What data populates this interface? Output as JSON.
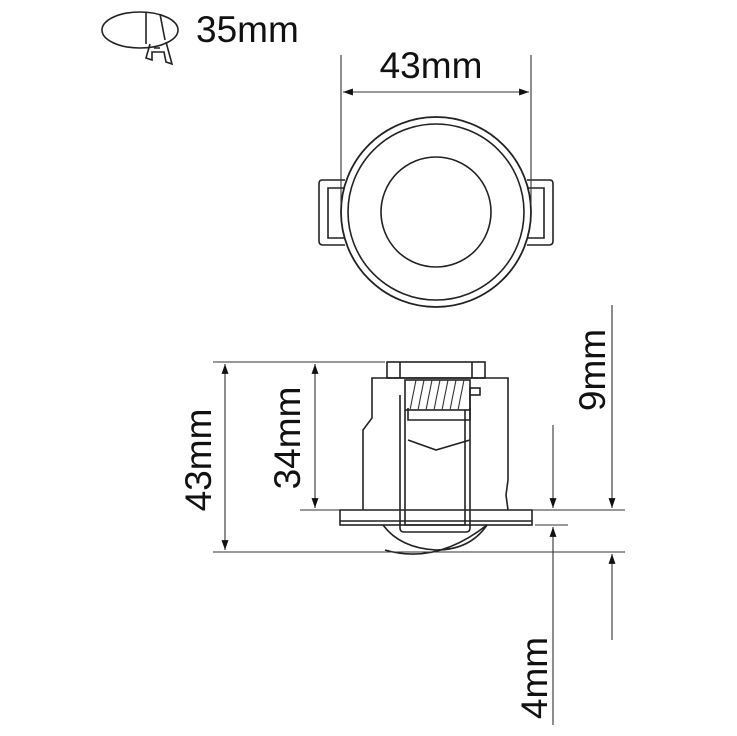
{
  "cutout": {
    "label": "35mm",
    "icon": "ceiling-cutout-icon"
  },
  "top_view": {
    "width_label": "43mm"
  },
  "side_view": {
    "total_height_label": "43mm",
    "recess_height_label": "34mm",
    "top_clearance_label": "9mm",
    "protrusion_label": "4mm"
  },
  "colors": {
    "line": "#222222",
    "background": "#ffffff"
  }
}
